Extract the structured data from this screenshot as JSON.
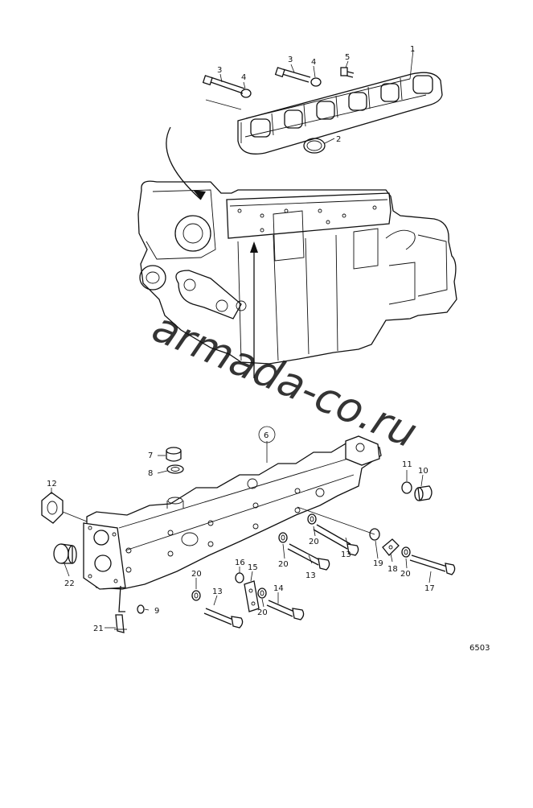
{
  "figure_code": "6503",
  "watermark": {
    "text": "armada-co.ru",
    "color": "#e87fb0"
  },
  "line_color": "#111111",
  "callouts": {
    "c1": "1",
    "c2": "2",
    "c3a": "3",
    "c3b": "3",
    "c4a": "4",
    "c4b": "4",
    "c5": "5",
    "c6": "6",
    "c7": "7",
    "c8": "8",
    "c9": "9",
    "c10": "10",
    "c11": "11",
    "c12": "12",
    "c13a": "13",
    "c13b": "13",
    "c13c": "13",
    "c14": "14",
    "c15": "15",
    "c16": "16",
    "c17": "17",
    "c18": "18",
    "c19": "19",
    "c20a": "20",
    "c20b": "20",
    "c20c": "20",
    "c20d": "20",
    "c20e": "20",
    "c21": "21",
    "c22": "22"
  }
}
